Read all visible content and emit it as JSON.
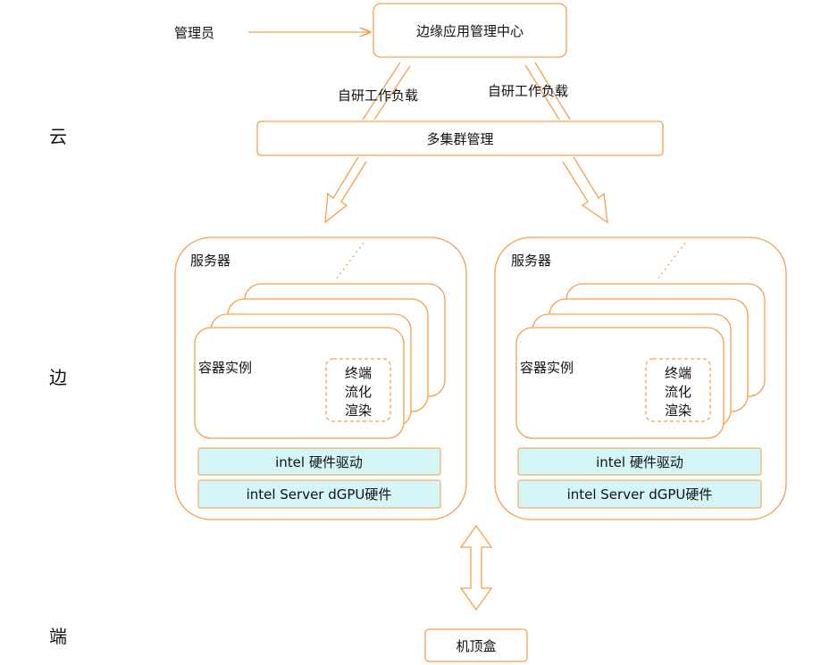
{
  "tiers": {
    "cloud": "云",
    "edge": "边",
    "end": "端"
  },
  "admin": {
    "label": "管理员"
  },
  "center": {
    "label": "边缘应用管理中心"
  },
  "workload": {
    "left_label": "自研工作负载",
    "right_label": "自研工作负载"
  },
  "cluster": {
    "label": "多集群管理"
  },
  "servers": [
    {
      "title": "服务器",
      "container_label": "容器实例",
      "stream_lines": [
        "终端",
        "流化",
        "渲染"
      ],
      "driver_label": "intel 硬件驱动",
      "hardware_label": "intel Server dGPU硬件"
    },
    {
      "title": "服务器",
      "container_label": "容器实例",
      "stream_lines": [
        "终端",
        "流化",
        "渲染"
      ],
      "driver_label": "intel 硬件驱动",
      "hardware_label": "intel Server dGPU硬件"
    }
  ],
  "stb": {
    "label": "机顶盒"
  },
  "colors": {
    "accent": "#f5a04a",
    "hw_fill": "#d3f5f5",
    "hw_border": "#f5b066",
    "text": "#111111"
  }
}
